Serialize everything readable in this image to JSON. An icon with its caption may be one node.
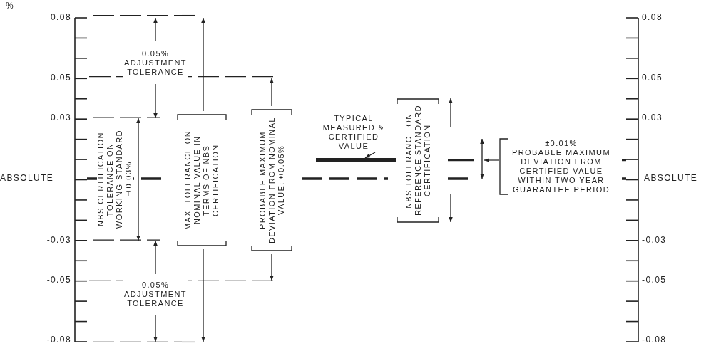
{
  "diagram": {
    "nodes": [
      {
        "text": [
          "MAX. TOLERANCE ON NOMINAL VALUE IN TERMS OF NBS CERTIFICATION"
        ]
      },
      {
        "text": [
          "PROBABLE MAXIMUM DEVIATION FROM NOMINAL VALUE:±0.05%"
        ]
      },
      {
        "text": [
          "TYPICAL MEASURED & CERTIFIED VALUE"
        ]
      },
      {
        "text": [],
        "shape": "bar"
      },
      {
        "text": [
          "NBS TOLERANCE ON REFERENCE STANDARD CERTIFICATION"
        ]
      },
      {
        "text": [
          "±0.01%",
          "PROBABLE MAXIMUM DEVIATION FROM CERTIFIED VALUE WITHIN TWO YEAR GUARANTEE PERIOD"
        ]
      }
    ],
    "edges": [
      {
        "from": 2,
        "to": 3,
        "arrow": "to"
      },
      {
        "from": 5,
        "to": null,
        "arrow": "to"
      }
    ],
    "labels": [
      "%",
      "0.08",
      "0.08",
      "0.05% ADJUSTMENT TOLERANCE",
      "0.05",
      "0.05",
      "0.03",
      "0.03",
      "NBS CERTIFICATION TOLERANCE ON WORKING STANDARD ±0.03%",
      "ABSOLUTE",
      "ABSOLUTE",
      "-0.03",
      "-0.03",
      "-0.05",
      "-0.05",
      "0.05% ADJUSTMENT TOLERANCE",
      "-0.08",
      "-0.08"
    ]
  }
}
